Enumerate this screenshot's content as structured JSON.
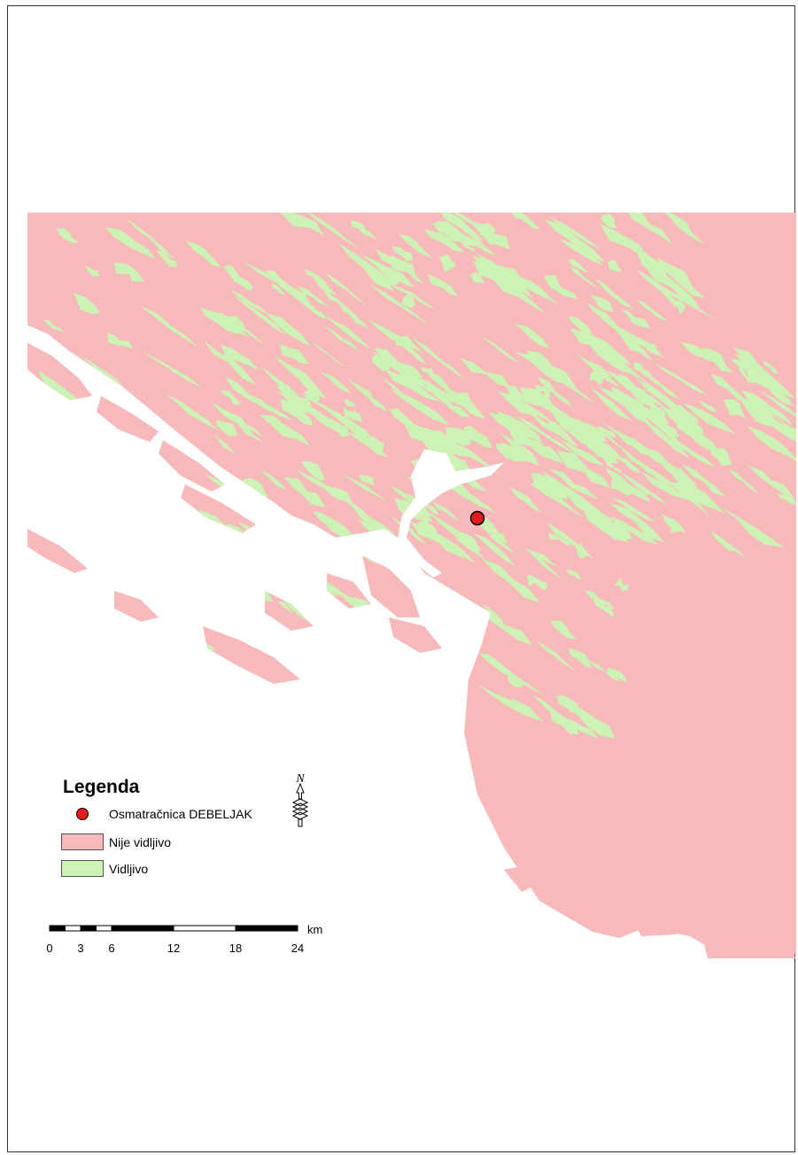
{
  "colors": {
    "not_visible": "#f7b9b9",
    "visible": "#cdf2b6",
    "sea": "#ffffff",
    "observer": "#e41a1c",
    "outline": "#000000"
  },
  "legend": {
    "title": "Legenda",
    "items": [
      {
        "label": "Osmatračnica DEBELJAK",
        "icon": "red-circle-marker"
      },
      {
        "label": "Nije vidljivo",
        "icon": "pink-swatch"
      },
      {
        "label": "Vidljivo",
        "icon": "green-swatch"
      }
    ]
  },
  "north_arrow": {
    "label": "N",
    "icon": "north-arrow-icon"
  },
  "scale_bar": {
    "unit": "km",
    "ticks": [
      "0",
      "3",
      "6",
      "12",
      "18",
      "24"
    ],
    "tick_values": [
      0,
      3,
      6,
      12,
      18,
      24
    ]
  },
  "observation_point": {
    "name": "Osmatračnica DEBELJAK"
  }
}
